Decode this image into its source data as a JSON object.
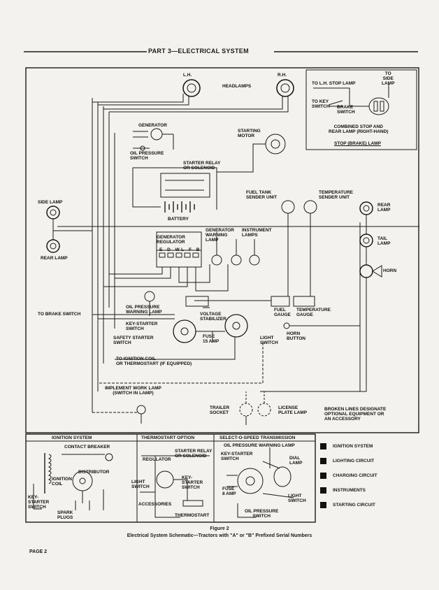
{
  "header": {
    "title": "PART 3—ELECTRICAL SYSTEM"
  },
  "main_labels": {
    "lh": "L.H.",
    "rh": "R.H.",
    "headlamps": "HEADLAMPS",
    "generator": "GENERATOR",
    "oil_pressure_switch": "OIL PRESSURE\nSWITCH",
    "starter_relay": "STARTER RELAY\nOR SOLENOID",
    "starting_motor": "STARTING\nMOTOR",
    "battery": "BATTERY",
    "side_lamp": "SIDE LAMP",
    "rear_lamp_left": "REAR LAMP",
    "fuel_tank_sender": "FUEL TANK\nSENDER UNIT",
    "temperature_sender": "TEMPERATURE\nSENDER UNIT",
    "rear_lamp_right": "REAR\nLAMP",
    "tail_lamp": "TAIL\nLAMP",
    "horn": "HORN",
    "generator_regulator": "GENERATOR\nREGULATOR",
    "generator_warning_lamp": "GENERATOR\nWARNING\nLAMP",
    "instrument_lamps": "INSTRUMENT\nLAMPS",
    "oil_pressure_warning_lamp": "OIL PRESSURE\nWARNING LAMP",
    "to_brake_switch": "TO BRAKE SWITCH",
    "key_starter_switch": "KEY-STARTER\nSWITCH",
    "voltage_stabilizer": "VOLTAGE\nSTABILIZER",
    "fuel_gauge": "FUEL\nGAUGE",
    "temperature_gauge": "TEMPERATURE\nGAUGE",
    "safety_starter_switch": "SAFETY STARTER\nSWITCH",
    "fuse_15amp": "FUSE\n15 AMP",
    "light_switch": "LIGHT\nSWITCH",
    "horn_button": "HORN\nBUTTON",
    "to_ignition_coil": "TO IGNITION COIL\nOR THERMOSTART (IF EQUIPPED)",
    "implement_work_lamp": "IMPLEMENT WORK LAMP\n(SWITCH IN LAMP)",
    "trailer_socket": "TRAILER\nSOCKET",
    "license_plate_lamp": "LICENSE\nPLATE LAMP",
    "broken_lines_note": "BROKEN LINES DESIGNATE\nOPTIONAL EQUIPMENT OR\nAN ACCESSORY",
    "terminals": [
      "E",
      "D",
      "WL",
      "F",
      "B"
    ]
  },
  "inset": {
    "to_lh_stop_lamp": "TO L.H. STOP LAMP",
    "to_side_lamp": "TO\nSIDE\nLAMP",
    "to_key_switch": "TO KEY\nSWITCH",
    "brake_switch": "BRAKE\nSWITCH",
    "combined_stop": "COMBINED STOP AND\nREAR LAMP (RIGHT-HAND)",
    "stop_brake_lamp": "STOP (BRAKE) LAMP"
  },
  "bottom_panels": {
    "ignition": {
      "title": "IGNITION SYSTEM",
      "contact_breaker": "CONTACT BREAKER",
      "distributor": "DISTRIBUTOR",
      "ignition_coil": "IGNITION\nCOIL",
      "key_starter_switch": "KEY-\nSTARTER\nSWITCH",
      "spark_plugs": "SPARK\nPLUGS"
    },
    "thermostart": {
      "title": "THERMOSTART OPTION",
      "regulator": "REGULATOR",
      "starter_relay": "STARTER RELAY\nOR SOLENOID",
      "light_switch": "LIGHT\nSWITCH",
      "key_starter_switch": "KEY-\nSTARTER\nSWITCH",
      "accessories": "ACCESSORIES",
      "thermostart": "THERMOSTART"
    },
    "select_o_speed": {
      "title": "SELECT-O-SPEED TRANSMISSION",
      "oil_pressure_warning_lamp": "OIL PRESSURE WARNING LAMP",
      "key_starter_switch": "KEY-STARTER\nSWITCH",
      "dial_lamp": "DIAL\nLAMP",
      "fuse_8amp": "FUSE\n8 AMP",
      "light_switch": "LIGHT\nSWITCH",
      "oil_pressure_switch": "OIL PRESSURE\nSWITCH"
    }
  },
  "legend": [
    {
      "label": "IGNITION SYSTEM"
    },
    {
      "label": "LIGHTING CIRCUIT"
    },
    {
      "label": "CHARGING CIRCUIT"
    },
    {
      "label": "INSTRUMENTS"
    },
    {
      "label": "STARTING CIRCUIT"
    }
  ],
  "caption": {
    "figure": "Figure 2",
    "text": "Electrical System Schematic—Tractors with \"A\" or \"B\" Prefixed Serial Numbers"
  },
  "footer": {
    "page": "PAGE 2"
  },
  "colors": {
    "paper": "#f4f2ee",
    "ink": "#1a1a1a"
  }
}
